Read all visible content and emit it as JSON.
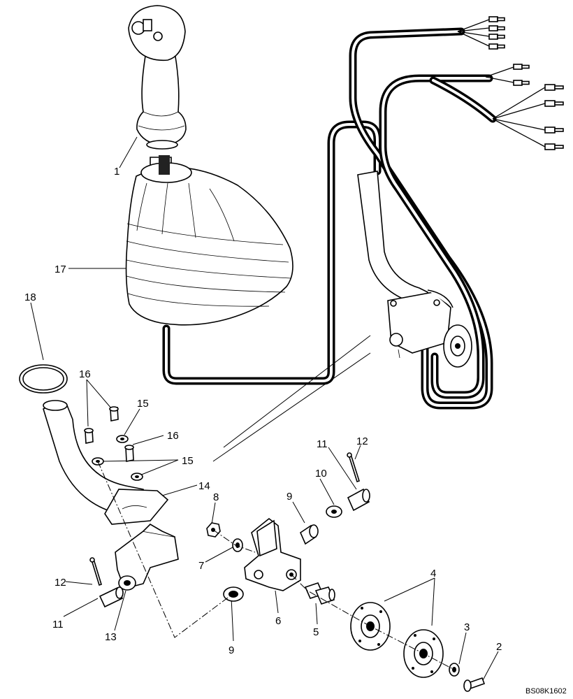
{
  "diagram": {
    "reference_code": "BS08K1602",
    "callouts": {
      "c1": "1",
      "c2": "2",
      "c3": "3",
      "c4": "4",
      "c5": "5",
      "c6": "6",
      "c7": "7",
      "c8": "8",
      "c9a": "9",
      "c9b": "9",
      "c10": "10",
      "c11a": "11",
      "c11b": "11",
      "c12a": "12",
      "c12b": "12",
      "c13": "13",
      "c14": "14",
      "c15a": "15",
      "c15b": "15",
      "c16a": "16",
      "c16b": "16",
      "c17": "17",
      "c18": "18"
    }
  }
}
